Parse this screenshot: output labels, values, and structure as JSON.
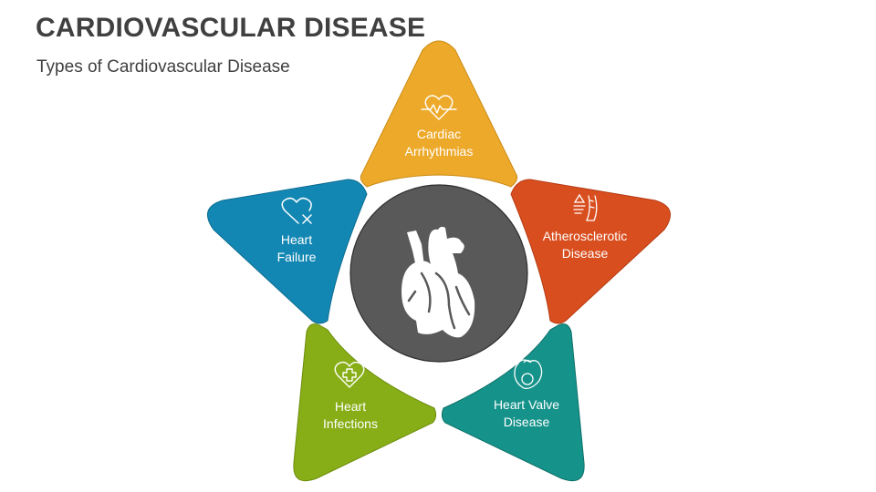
{
  "header": {
    "title": "CARDIOVASCULAR DISEASE",
    "subtitle": "Types of Cardiovascular Disease"
  },
  "center": {
    "icon": "anatomical-heart-icon",
    "fill": "#595959"
  },
  "petals": [
    {
      "id": "top",
      "line1": "Cardiac",
      "line2": "Arrhythmias",
      "icon": "heartbeat-icon",
      "color": "#EDA92A"
    },
    {
      "id": "right",
      "line1": "Atherosclerotic",
      "line2": "Disease",
      "icon": "artery-plaque-icon",
      "color": "#D94E1F"
    },
    {
      "id": "bottom-right",
      "line1": "Heart Valve",
      "line2": "Disease",
      "icon": "heart-valve-icon",
      "color": "#15928A"
    },
    {
      "id": "bottom-left",
      "line1": "Heart",
      "line2": "Infections",
      "icon": "heart-plus-icon",
      "color": "#88AE17"
    },
    {
      "id": "left",
      "line1": "Heart",
      "line2": "Failure",
      "icon": "heart-x-icon",
      "color": "#1387B3"
    }
  ]
}
